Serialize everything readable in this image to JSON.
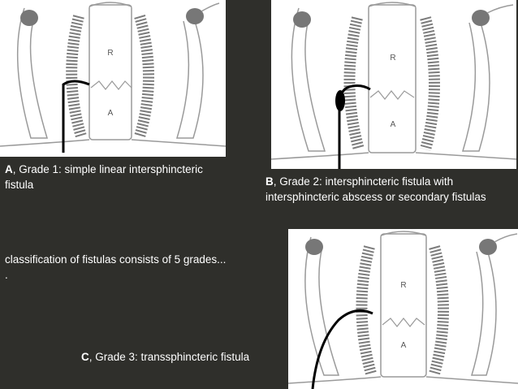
{
  "panels": [
    {
      "id": "A",
      "letter": "A",
      "caption": ", Grade 1: simple linear intersphincteric fistula",
      "rectum_label": "R",
      "anal_label": "A",
      "fistula": "simple-linear"
    },
    {
      "id": "B",
      "letter": "B",
      "caption": ", Grade 2: intersphincteric fistula with intersphincteric abscess or secondary fistulas",
      "rectum_label": "R",
      "anal_label": "A",
      "fistula": "abscess"
    },
    {
      "id": "C",
      "letter": "C",
      "caption": ", Grade 3: transsphincteric fistula",
      "rectum_label": "R",
      "anal_label": "A",
      "fistula": "transsphincteric"
    }
  ],
  "note_line1": "classification of fistulas consists of 5 grades...",
  "note_line2": ".",
  "colors": {
    "background": "#2f2f2b",
    "panel": "#ffffff",
    "line": "#9a9a9a",
    "muscle": "#7c7c7c",
    "node": "#777777",
    "fistula": "#000000"
  }
}
